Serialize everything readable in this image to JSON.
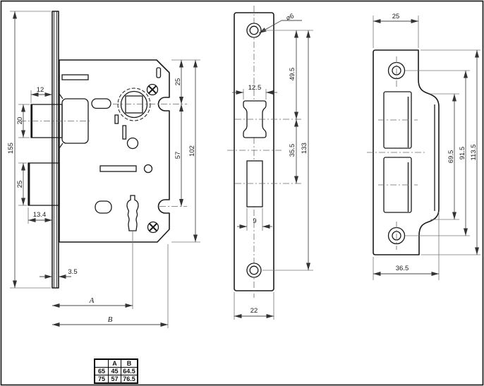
{
  "drawing": {
    "views": {
      "lock_body": {
        "dims": {
          "bolt_len": "12",
          "bolt_h": "20",
          "faceplate_h": "155",
          "deadbolt_h": "25",
          "deadbolt_w": "13.4",
          "plate_thickness": "3.5",
          "backset": "A",
          "case_width": "B",
          "top_to_spindle": "25",
          "spindle_to_key": "57",
          "case_height": "102"
        }
      },
      "faceplate": {
        "dims": {
          "hole_dia": "⌀6",
          "screw_to_latch": "49.5",
          "latch_cutout_w": "12.5",
          "latch_to_deadbolt": "35.5",
          "screw_span": "133",
          "deadbolt_cutout_w": "9",
          "plate_w": "22"
        }
      },
      "strike_plate": {
        "dims": {
          "top_w": "25",
          "lip_h": "69.5",
          "screw_span": "91.5",
          "total_h": "113.5",
          "total_w": "36.5"
        }
      }
    },
    "table": {
      "headers": [
        "",
        "A",
        "B"
      ],
      "rows": [
        [
          "65",
          "45",
          "64.5"
        ],
        [
          "75",
          "57",
          "76.5"
        ]
      ]
    }
  }
}
